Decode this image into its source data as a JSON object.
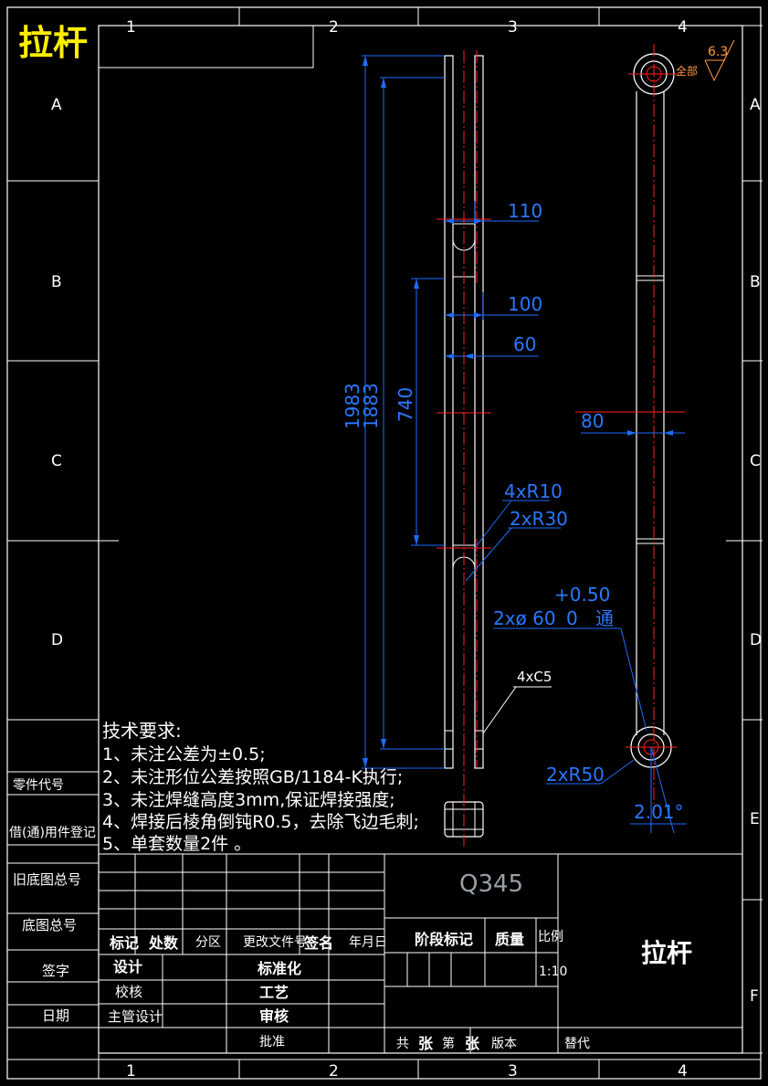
{
  "title_overlay": "拉杆",
  "grid": {
    "columns": [
      "1",
      "2",
      "3",
      "4"
    ],
    "rows": [
      "A",
      "B",
      "C",
      "D",
      "E",
      "F"
    ]
  },
  "dimensions": {
    "d110": "110",
    "d100": "100",
    "d60": "60",
    "d1983": "1983",
    "d1883": "1883",
    "d740": "740",
    "d80": "80",
    "r10": "4xR10",
    "r30": "2xR30",
    "tol_upper": "+0.50",
    "hole_main": "2xø 60",
    "hole_lower": "0",
    "hole_through": "通",
    "chamfer": "4xC5",
    "r50": "2xR50",
    "angle": "2.01°"
  },
  "surface": {
    "all": "全部",
    "roughness": "6.3"
  },
  "tech": {
    "heading": "技术要求:",
    "lines": [
      "1、未注公差为±0.5;",
      "2、未注形位公差按照GB/1184-K执行;",
      "3、未注焊缝高度3mm,保证焊接强度;",
      "4、焊接后棱角倒钝R0.5，去除飞边毛刺;",
      "5、单套数量2件 。"
    ]
  },
  "side_labels": {
    "part_code": "零件代号",
    "borrow": "借(通)用件登记",
    "old_base": "旧底图总号",
    "base": "底图总号",
    "sign": "签字",
    "date": "日期"
  },
  "title_block": {
    "material": "Q345",
    "part_name": "拉杆",
    "mark": "标记",
    "count": "处数",
    "zone": "分区",
    "change_doc": "更改文件号",
    "signature": "签名",
    "ymd": "年月日",
    "stage_mark": "阶段标记",
    "mass": "质量",
    "scale_label": "比例",
    "scale": "1:10",
    "design": "设计",
    "standardize": "标准化",
    "check": "校核",
    "process": "工艺",
    "chief_design": "主管设计",
    "review": "审核",
    "approve": "批准",
    "total": "共",
    "sheets": "张",
    "sheet_no": "第",
    "sheets2": "张",
    "version": "版本",
    "replace": "替代"
  }
}
